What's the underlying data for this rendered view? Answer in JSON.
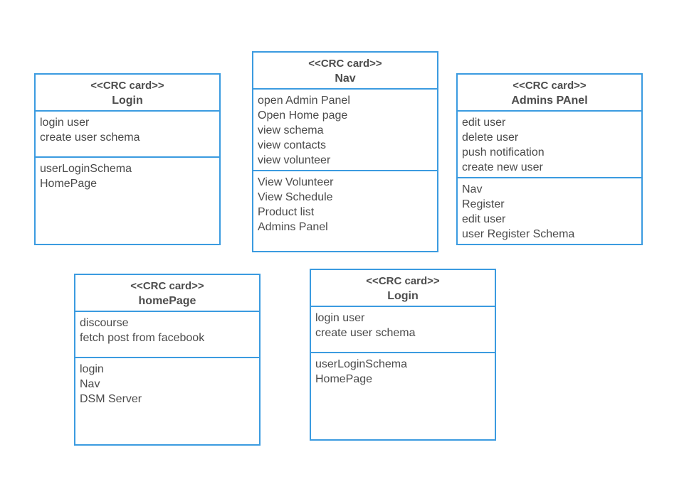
{
  "cards": [
    {
      "stereotype": "<<CRC card>>",
      "title": "Login",
      "responsibilities": [
        "login user",
        "create user schema"
      ],
      "collaborators": [
        "userLoginSchema",
        "HomePage"
      ]
    },
    {
      "stereotype": "<<CRC card>>",
      "title": "Nav",
      "responsibilities": [
        "open Admin Panel",
        "Open Home page",
        "view schema",
        "view contacts",
        "view volunteer"
      ],
      "collaborators": [
        "View Volunteer",
        "View Schedule",
        "Product list",
        "Admins Panel"
      ]
    },
    {
      "stereotype": "<<CRC card>>",
      "title": "Admins PAnel",
      "responsibilities": [
        "edit user",
        "delete user",
        "push notification",
        "create new user"
      ],
      "collaborators": [
        "Nav",
        "Register",
        "edit user",
        "user Register Schema"
      ]
    },
    {
      "stereotype": "<<CRC card>>",
      "title": "homePage",
      "responsibilities": [
        "discourse",
        "fetch post from facebook"
      ],
      "collaborators": [
        "login",
        "Nav",
        "DSM Server"
      ]
    },
    {
      "stereotype": "<<CRC card>>",
      "title": "Login",
      "responsibilities": [
        "login user",
        "create user schema"
      ],
      "collaborators": [
        "userLoginSchema",
        "HomePage"
      ]
    }
  ],
  "colors": {
    "border": "#3b9be0",
    "text": "#4a4a4a"
  }
}
